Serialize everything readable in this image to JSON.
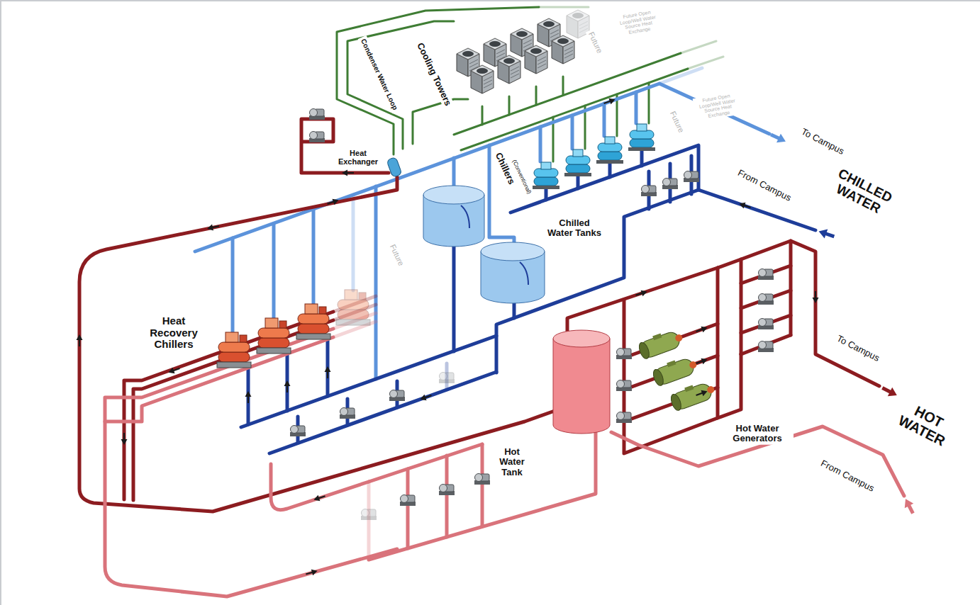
{
  "diagram": {
    "labels": [
      "Future Open Loop/Well Water Source Heat Exchange",
      "Future",
      "Cooling Towers",
      "Condenser Water Loop",
      "Future Open Loop/Well Water Source Heat Exchange",
      "Future",
      "Heat Exchanger",
      "Chillers",
      "(Conventional)",
      "To Campus",
      "CHILLED WATER",
      "From Campus",
      "Chilled Water Tanks",
      "Future",
      "Heat Recovery Chillers",
      "Hot Water Generators",
      "To Campus",
      "HOT WATER",
      "Hot Water Tank",
      "From Campus"
    ]
  }
}
